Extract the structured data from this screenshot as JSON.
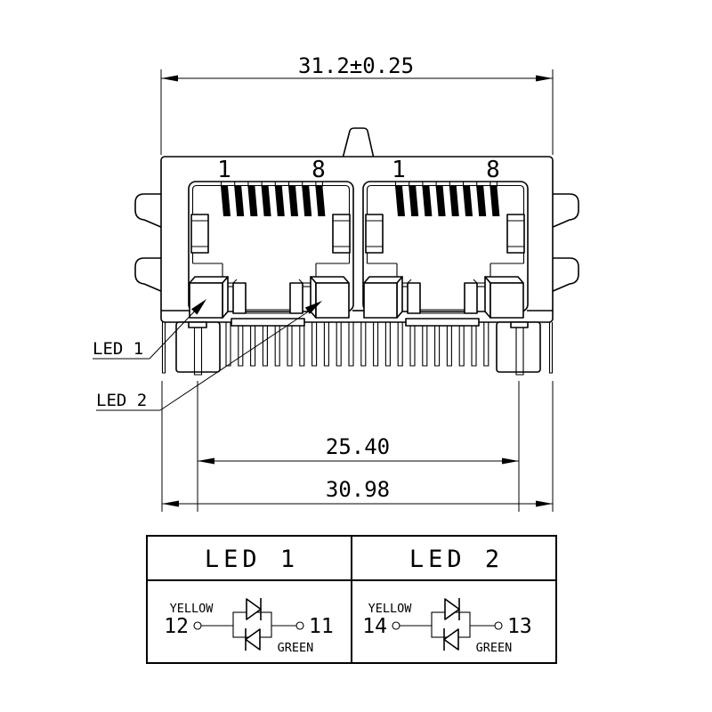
{
  "drawing": {
    "dimensions": {
      "overall_width": "31.2±0.25",
      "peg_spacing": "25.40",
      "base_width": "30.98"
    },
    "ports": {
      "port1": {
        "first_pin": "1",
        "last_pin": "8"
      },
      "port2": {
        "first_pin": "1",
        "last_pin": "8"
      }
    },
    "leaders": {
      "led1": "LED 1",
      "led2": "LED 2"
    }
  },
  "led_table": {
    "cells": [
      {
        "header": "LED 1",
        "top_color": "YELLOW",
        "bottom_color": "GREEN",
        "left_pin": "12",
        "right_pin": "11"
      },
      {
        "header": "LED 2",
        "top_color": "YELLOW",
        "bottom_color": "GREEN",
        "left_pin": "14",
        "right_pin": "13"
      }
    ]
  },
  "colors": {
    "line": "#000000",
    "background": "#ffffff"
  }
}
